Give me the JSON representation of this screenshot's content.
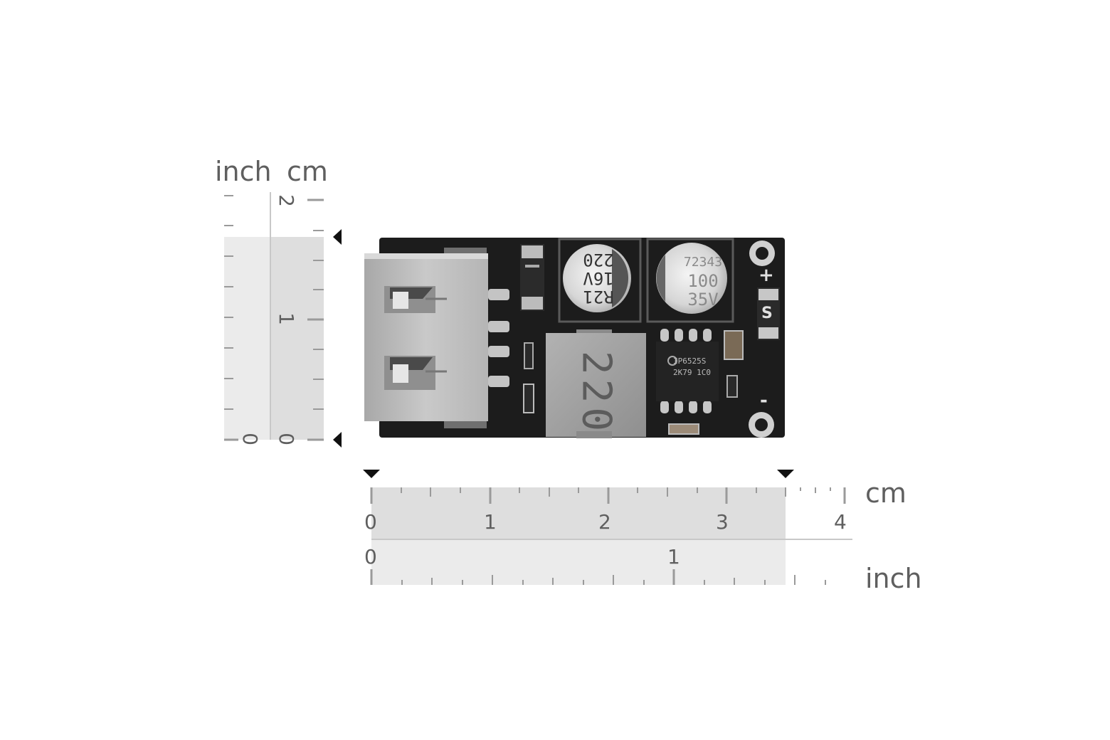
{
  "vertical_ruler": {
    "unit_inch": "inch",
    "unit_cm": "cm",
    "cm_labels": [
      "2",
      "1",
      "0"
    ],
    "inch_labels": [
      "0"
    ]
  },
  "horizontal_ruler": {
    "unit_cm": "cm",
    "unit_inch": "inch",
    "cm_labels": [
      "0",
      "1",
      "2",
      "3",
      "4"
    ],
    "inch_labels": [
      "0",
      "1"
    ]
  },
  "board": {
    "cap1_text": [
      "R21",
      "16V",
      "220"
    ],
    "cap2_text": [
      "72343",
      "100",
      "35V"
    ],
    "inductor_text": "220",
    "ic_text": [
      "IP6525S",
      "2K79 1C0"
    ],
    "plus_label": "+",
    "minus_label": "-",
    "s_label": "S"
  },
  "colors": {
    "ruler_shade": "#e3e3e3",
    "tick": "#9a9a9a",
    "pcb": "#1c1c1c",
    "marker": "#111111"
  }
}
